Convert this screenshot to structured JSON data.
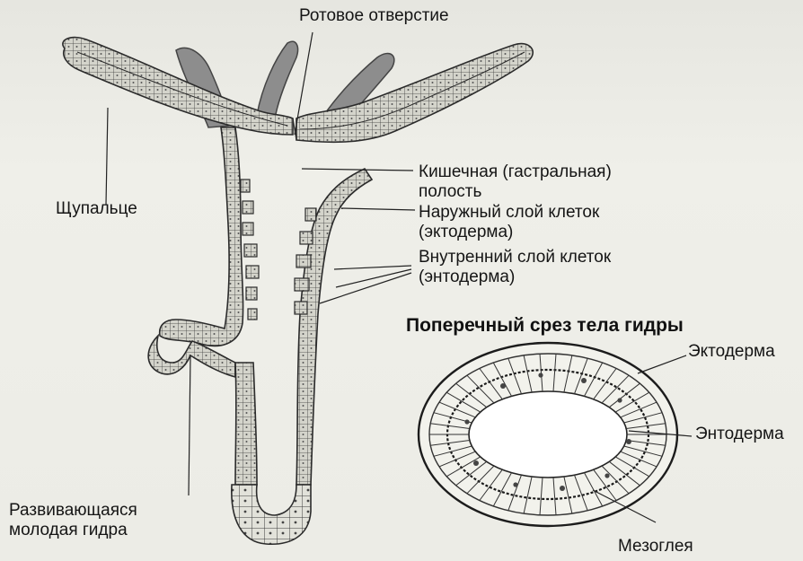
{
  "hydra": {
    "labels": {
      "mouth": "Ротовое отверстие",
      "tentacle": "Щупальце",
      "gastric_cavity": "Кишечная (гастральная) полость",
      "ectoderm_outer": "Наружный слой клеток (эктодерма)",
      "endoderm_inner": "Внутренний слой клеток (энтодерма)",
      "young_hydra": "Развивающаяся молодая гидра"
    }
  },
  "cross_section": {
    "heading": "Поперечный срез тела гидры",
    "labels": {
      "ectoderm": "Эктодерма",
      "endoderm": "Энтодерма",
      "mesoglea": "Мезоглея"
    }
  },
  "colors": {
    "background": "#ebebe6",
    "body_wall": "#cfcfc6",
    "cell_wall": "#3a3a3a",
    "tentacle_shade": "#8a8a8a",
    "ink": "#151515"
  }
}
